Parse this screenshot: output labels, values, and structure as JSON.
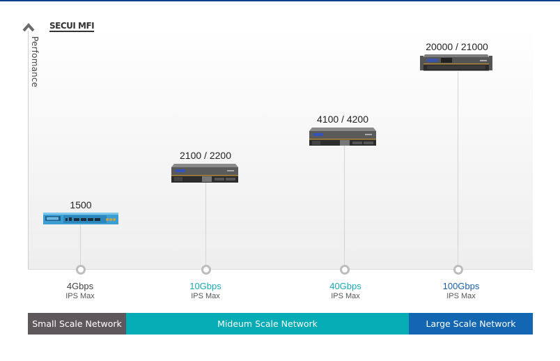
{
  "title": "SECUI MFI",
  "y_axis_label": "Perfomance",
  "colors": {
    "top_bar": "#0e3f8c",
    "small": "#5e575c",
    "medium": "#05abb5",
    "large": "#1266b2",
    "speed_gray": "#444444",
    "speed_teal": "#1ba9b3",
    "speed_blue": "#1a5fa8"
  },
  "products": [
    {
      "model": "1500",
      "speed": "4Gbps",
      "speed_sub": "IPS Max",
      "device_icon": "network-appliance-blue-icon"
    },
    {
      "model": "2100 / 2200",
      "speed": "10Gbps",
      "speed_sub": "IPS Max",
      "device_icon": "network-appliance-gray-icon"
    },
    {
      "model": "4100 / 4200",
      "speed": "40Gbps",
      "speed_sub": "IPS Max",
      "device_icon": "network-appliance-gray-icon"
    },
    {
      "model": "20000 / 21000",
      "speed": "100Gbps",
      "speed_sub": "IPS Max",
      "device_icon": "rack-appliance-dark-icon"
    }
  ],
  "scales": [
    {
      "label": "Small Scale Network"
    },
    {
      "label": "Mideum Scale Network"
    },
    {
      "label": "Large Scale Network"
    }
  ]
}
